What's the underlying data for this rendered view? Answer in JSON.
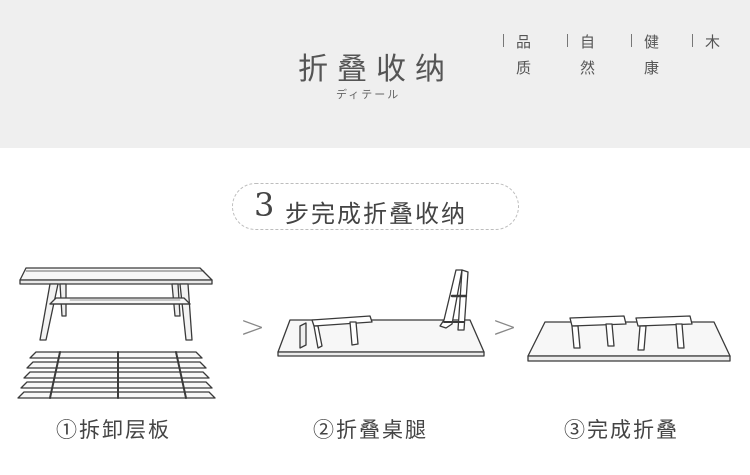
{
  "header": {
    "title": "折叠收纳",
    "subtitle": "ディテール",
    "tags": [
      {
        "top": "品",
        "bottom": "质"
      },
      {
        "top": "自",
        "bottom": "然"
      },
      {
        "top": "健",
        "bottom": "康"
      },
      {
        "top": "木",
        "bottom": ""
      }
    ]
  },
  "banner": {
    "number": "3",
    "text": "步完成折叠收纳"
  },
  "steps": [
    {
      "caption": "①拆卸层板",
      "illustration": "table-with-shelf-and-slatted-board"
    },
    {
      "caption": "②折叠桌腿",
      "illustration": "table-folding-legs"
    },
    {
      "caption": "③完成折叠",
      "illustration": "table-legs-folded-flat"
    }
  ],
  "arrows": [
    ">",
    ">"
  ]
}
